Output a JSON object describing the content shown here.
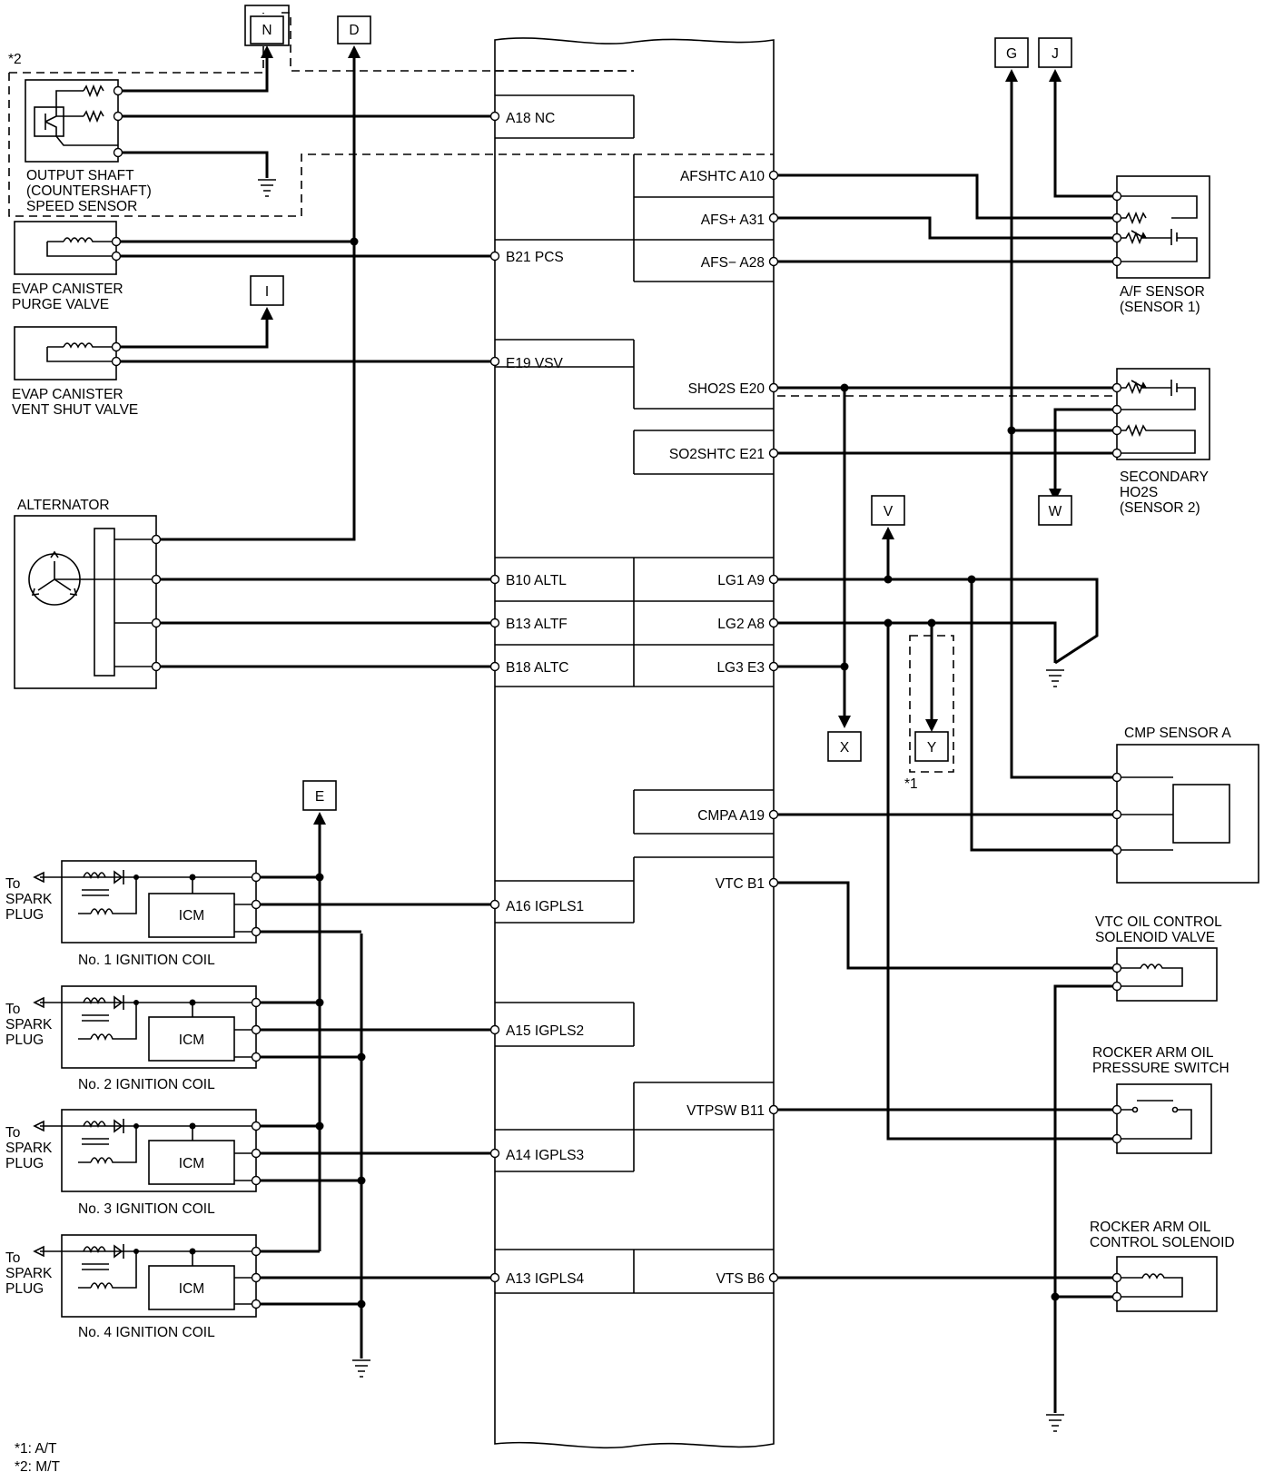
{
  "connectors": {
    "N": "N",
    "D": "D",
    "G": "G",
    "J": "J",
    "I": "I",
    "W": "W",
    "V": "V",
    "X": "X",
    "Y": "Y",
    "E": "E"
  },
  "left_pins": {
    "a18": "A18 NC",
    "b21": "B21 PCS",
    "e19": "E19 VSV",
    "b10": "B10 ALTL",
    "b13": "B13 ALTF",
    "b18": "B18 ALTC",
    "a16": "A16 IGPLS1",
    "a15": "A15 IGPLS2",
    "a14": "A14 IGPLS3",
    "a13": "A13 IGPLS4"
  },
  "right_pins": {
    "a10": "AFSHTC A10",
    "a31": "AFS+ A31",
    "a28": "AFS− A28",
    "e20": "SHO2S E20",
    "e21": "SO2SHTC E21",
    "a9": "LG1 A9",
    "a8": "LG2 A8",
    "e3": "LG3 E3",
    "a19": "CMPA A19",
    "b1": "VTC B1",
    "b11": "VTPSW B11",
    "b6": "VTS B6"
  },
  "components": {
    "output_shaft": [
      "OUTPUT SHAFT",
      "(COUNTERSHAFT)",
      "SPEED SENSOR"
    ],
    "evap_purge": [
      "EVAP CANISTER",
      "PURGE VALVE"
    ],
    "evap_vent": [
      "EVAP CANISTER",
      "VENT SHUT VALVE"
    ],
    "alternator": "ALTERNATOR",
    "af_sensor": [
      "A/F SENSOR",
      "(SENSOR 1)"
    ],
    "ho2s": [
      "SECONDARY",
      "HO2S",
      "(SENSOR 2)"
    ],
    "cmp": "CMP SENSOR A",
    "vtc_valve": [
      "VTC OIL CONTROL",
      "SOLENOID VALVE"
    ],
    "rocker_switch": [
      "ROCKER ARM OIL",
      "PRESSURE SWITCH"
    ],
    "rocker_solenoid": [
      "ROCKER ARM OIL",
      "CONTROL SOLENOID"
    ],
    "icm": "ICM",
    "to_spark_plug": [
      "To",
      "SPARK",
      "PLUG"
    ],
    "coils": [
      "No. 1 IGNITION COIL",
      "No. 2 IGNITION COIL",
      "No. 3 IGNITION COIL",
      "No. 4 IGNITION COIL"
    ]
  },
  "markers": {
    "mt_mark": "*2",
    "at_mark": "*1"
  },
  "notes": [
    "*1: A/T",
    "*2: M/T"
  ]
}
